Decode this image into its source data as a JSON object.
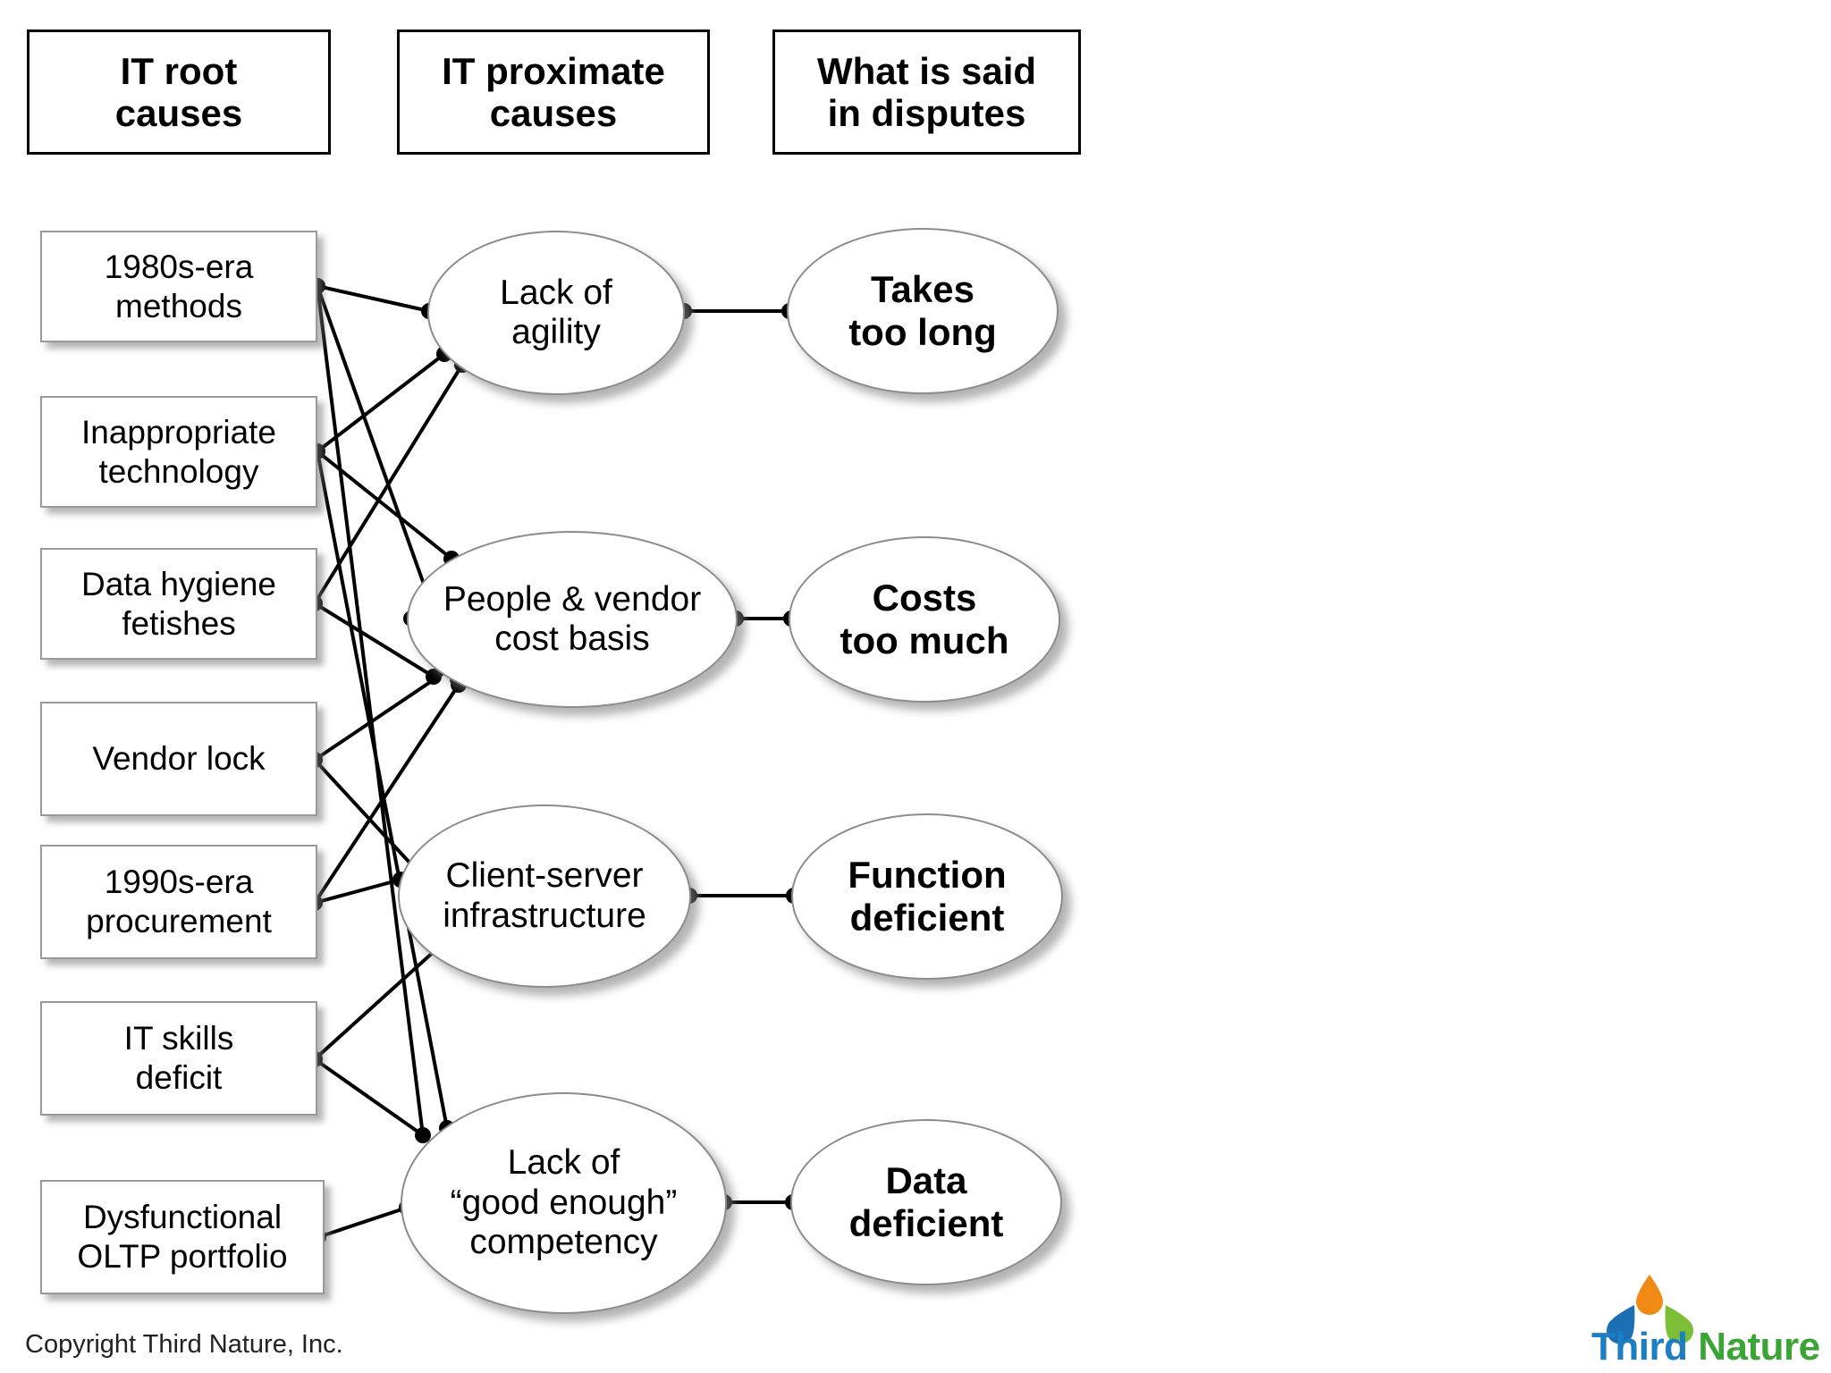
{
  "headers": [
    {
      "id": "root-causes",
      "line1": "IT root",
      "line2": "causes"
    },
    {
      "id": "proximate-causes",
      "line1": "IT proximate",
      "line2": "causes"
    },
    {
      "id": "disputes",
      "line1": "What is said",
      "line2": "in disputes"
    }
  ],
  "root_causes": [
    {
      "id": "methods-1980s",
      "line1": "1980s-era",
      "line2": "methods"
    },
    {
      "id": "inappropriate-technology",
      "line1": "Inappropriate",
      "line2": "technology"
    },
    {
      "id": "data-hygiene-fetishes",
      "line1": "Data hygiene",
      "line2": "fetishes"
    },
    {
      "id": "vendor-lock",
      "line1": "Vendor lock",
      "line2": ""
    },
    {
      "id": "procurement-1990s",
      "line1": "1990s-era",
      "line2": "procurement"
    },
    {
      "id": "it-skills-deficit",
      "line1": "IT skills",
      "line2": "deficit"
    },
    {
      "id": "dysfunctional-oltp",
      "line1": "Dysfunctional",
      "line2": "OLTP portfolio"
    }
  ],
  "proximate_causes": [
    {
      "id": "lack-of-agility",
      "line1": "Lack of",
      "line2": "agility",
      "line3": ""
    },
    {
      "id": "people-vendor-cost-basis",
      "line1": "People & vendor",
      "line2": "cost basis",
      "line3": ""
    },
    {
      "id": "client-server-infrastructure",
      "line1": "Client-server",
      "line2": "infrastructure",
      "line3": ""
    },
    {
      "id": "lack-good-enough-competency",
      "line1": "Lack of",
      "line2": "“good enough”",
      "line3": "competency"
    }
  ],
  "disputes": [
    {
      "id": "takes-too-long",
      "line1": "Takes",
      "line2": "too long"
    },
    {
      "id": "costs-too-much",
      "line1": "Costs",
      "line2": "too much"
    },
    {
      "id": "function-deficient",
      "line1": "Function",
      "line2": "deficient"
    },
    {
      "id": "data-deficient",
      "line1": "Data",
      "line2": "deficient"
    }
  ],
  "edges": [
    {
      "from": "methods-1980s",
      "to": "lack-of-agility"
    },
    {
      "from": "methods-1980s",
      "to": "people-vendor-cost-basis"
    },
    {
      "from": "methods-1980s",
      "to": "lack-good-enough-competency"
    },
    {
      "from": "inappropriate-technology",
      "to": "lack-of-agility"
    },
    {
      "from": "inappropriate-technology",
      "to": "people-vendor-cost-basis"
    },
    {
      "from": "inappropriate-technology",
      "to": "lack-good-enough-competency"
    },
    {
      "from": "data-hygiene-fetishes",
      "to": "lack-of-agility"
    },
    {
      "from": "data-hygiene-fetishes",
      "to": "people-vendor-cost-basis"
    },
    {
      "from": "vendor-lock",
      "to": "people-vendor-cost-basis"
    },
    {
      "from": "vendor-lock",
      "to": "client-server-infrastructure"
    },
    {
      "from": "procurement-1990s",
      "to": "people-vendor-cost-basis"
    },
    {
      "from": "procurement-1990s",
      "to": "client-server-infrastructure"
    },
    {
      "from": "it-skills-deficit",
      "to": "client-server-infrastructure"
    },
    {
      "from": "it-skills-deficit",
      "to": "lack-good-enough-competency"
    },
    {
      "from": "dysfunctional-oltp",
      "to": "lack-good-enough-competency"
    },
    {
      "from": "lack-of-agility",
      "to": "takes-too-long"
    },
    {
      "from": "people-vendor-cost-basis",
      "to": "costs-too-much"
    },
    {
      "from": "client-server-infrastructure",
      "to": "function-deficient"
    },
    {
      "from": "lack-good-enough-competency",
      "to": "data-deficient"
    }
  ],
  "footer": {
    "copyright": "Copyright Third Nature, Inc."
  },
  "logo": {
    "word_first": "Third",
    "word_second": " Nature",
    "colors": {
      "drop_top": "#F18A15",
      "drop_left": "#1C6FB5",
      "drop_right": "#7DBE36",
      "text_third": "#1D7FC3",
      "text_nature": "#3AA535"
    }
  }
}
